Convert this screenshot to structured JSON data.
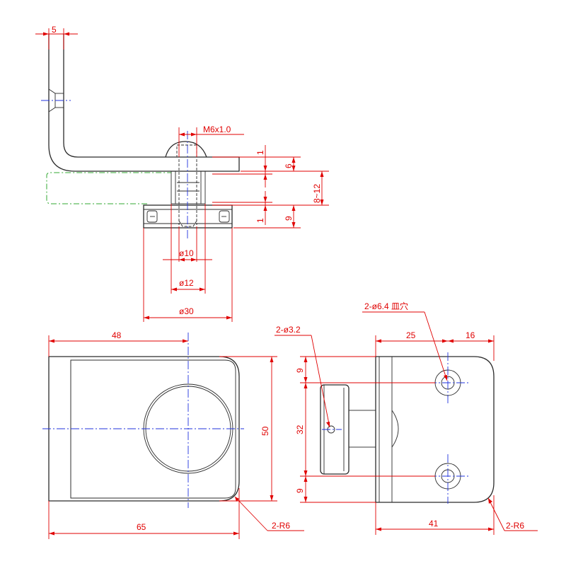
{
  "dimensions": {
    "thickness": "5",
    "thread": "M6x1.0",
    "gap_top": "1",
    "plate_h": "6",
    "range": "8~12",
    "gap_bottom": "1",
    "knob_h": "9",
    "d10": "ø10",
    "d12": "ø12",
    "d30": "ø30",
    "front_48": "48",
    "front_50": "50",
    "front_65": "65",
    "front_r6": "2-R6",
    "side_hole_small": "2-ø3.2",
    "side_hole_cb": "2-ø6.4 皿穴",
    "side_25": "25",
    "side_16": "16",
    "side_9_top": "9",
    "side_32": "32",
    "side_9_bottom": "9",
    "side_41": "41",
    "side_r6": "2-R6"
  },
  "colors": {
    "outline": "#2b2b2b",
    "dimension": "#e00000",
    "centerline": "#2233dd",
    "phantom": "#33aa33"
  }
}
